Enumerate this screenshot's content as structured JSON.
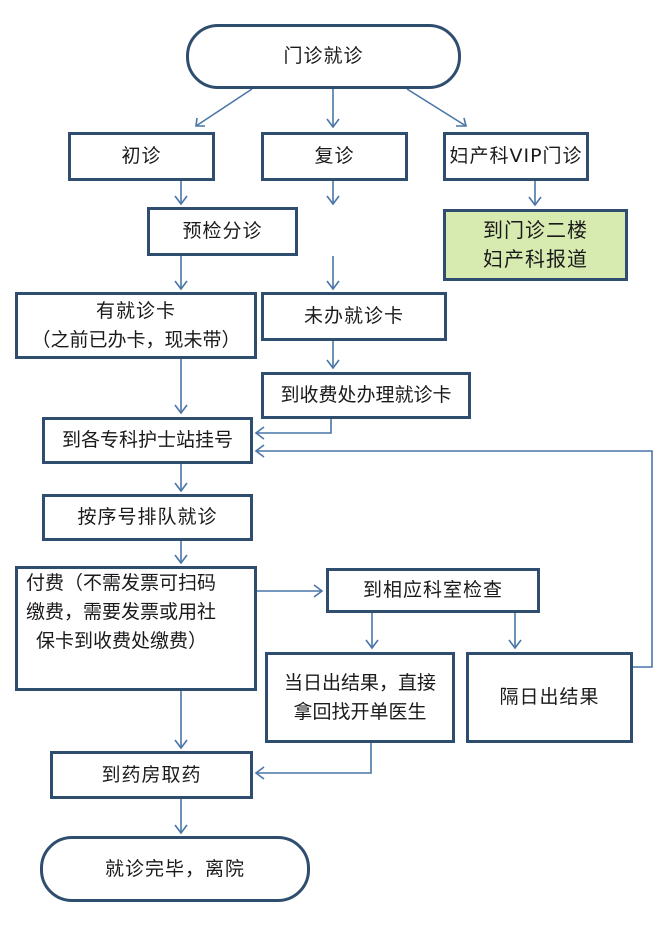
{
  "diagram": {
    "type": "flowchart",
    "colors": {
      "border": "#2f4d6e",
      "arrow": "#4a76a8",
      "highlight_fill": "#d7eab0",
      "fill": "#ffffff"
    },
    "nodes": {
      "start": "门诊就诊",
      "first_visit": "初诊",
      "return_visit": "复诊",
      "vip": "妇产科VIP门诊",
      "vip_report_line1": "到门诊二楼",
      "vip_report_line2": "妇产科报道",
      "triage": "预检分诊",
      "has_card_line1": "有就诊卡",
      "has_card_line2": "（之前已办卡，现未带）",
      "no_card": "未办就诊卡",
      "get_card": "到收费处办理就诊卡",
      "register": "到各专科护士站挂号",
      "queue": "按序号排队就诊",
      "pay_line1": "付费（不需发票可扫码",
      "pay_line2": "缴费，需要发票或用社",
      "pay_line3": "保卡到收费处缴费）",
      "exam": "到相应科室检查",
      "same_day_line1": "当日出结果，直接",
      "same_day_line2": "拿回找开单医生",
      "next_day": "隔日出结果",
      "pharmacy": "到药房取药",
      "end": "就诊完毕，离院"
    },
    "edges": [
      [
        "门诊就诊",
        "初诊"
      ],
      [
        "门诊就诊",
        "复诊"
      ],
      [
        "门诊就诊",
        "妇产科VIP门诊"
      ],
      [
        "初诊",
        "预检分诊"
      ],
      [
        "复诊",
        "预检分诊"
      ],
      [
        "妇产科VIP门诊",
        "到门诊二楼妇产科报道"
      ],
      [
        "预检分诊",
        "有就诊卡"
      ],
      [
        "预检分诊",
        "未办就诊卡"
      ],
      [
        "未办就诊卡",
        "到收费处办理就诊卡"
      ],
      [
        "到收费处办理就诊卡",
        "到各专科护士站挂号"
      ],
      [
        "有就诊卡",
        "到各专科护士站挂号"
      ],
      [
        "到各专科护士站挂号",
        "按序号排队就诊"
      ],
      [
        "按序号排队就诊",
        "付费"
      ],
      [
        "付费",
        "到相应科室检查"
      ],
      [
        "付费",
        "到药房取药"
      ],
      [
        "到相应科室检查",
        "当日出结果"
      ],
      [
        "到相应科室检查",
        "隔日出结果"
      ],
      [
        "隔日出结果",
        "到各专科护士站挂号"
      ],
      [
        "当日出结果",
        "到药房取药"
      ],
      [
        "到药房取药",
        "就诊完毕，离院"
      ]
    ]
  }
}
